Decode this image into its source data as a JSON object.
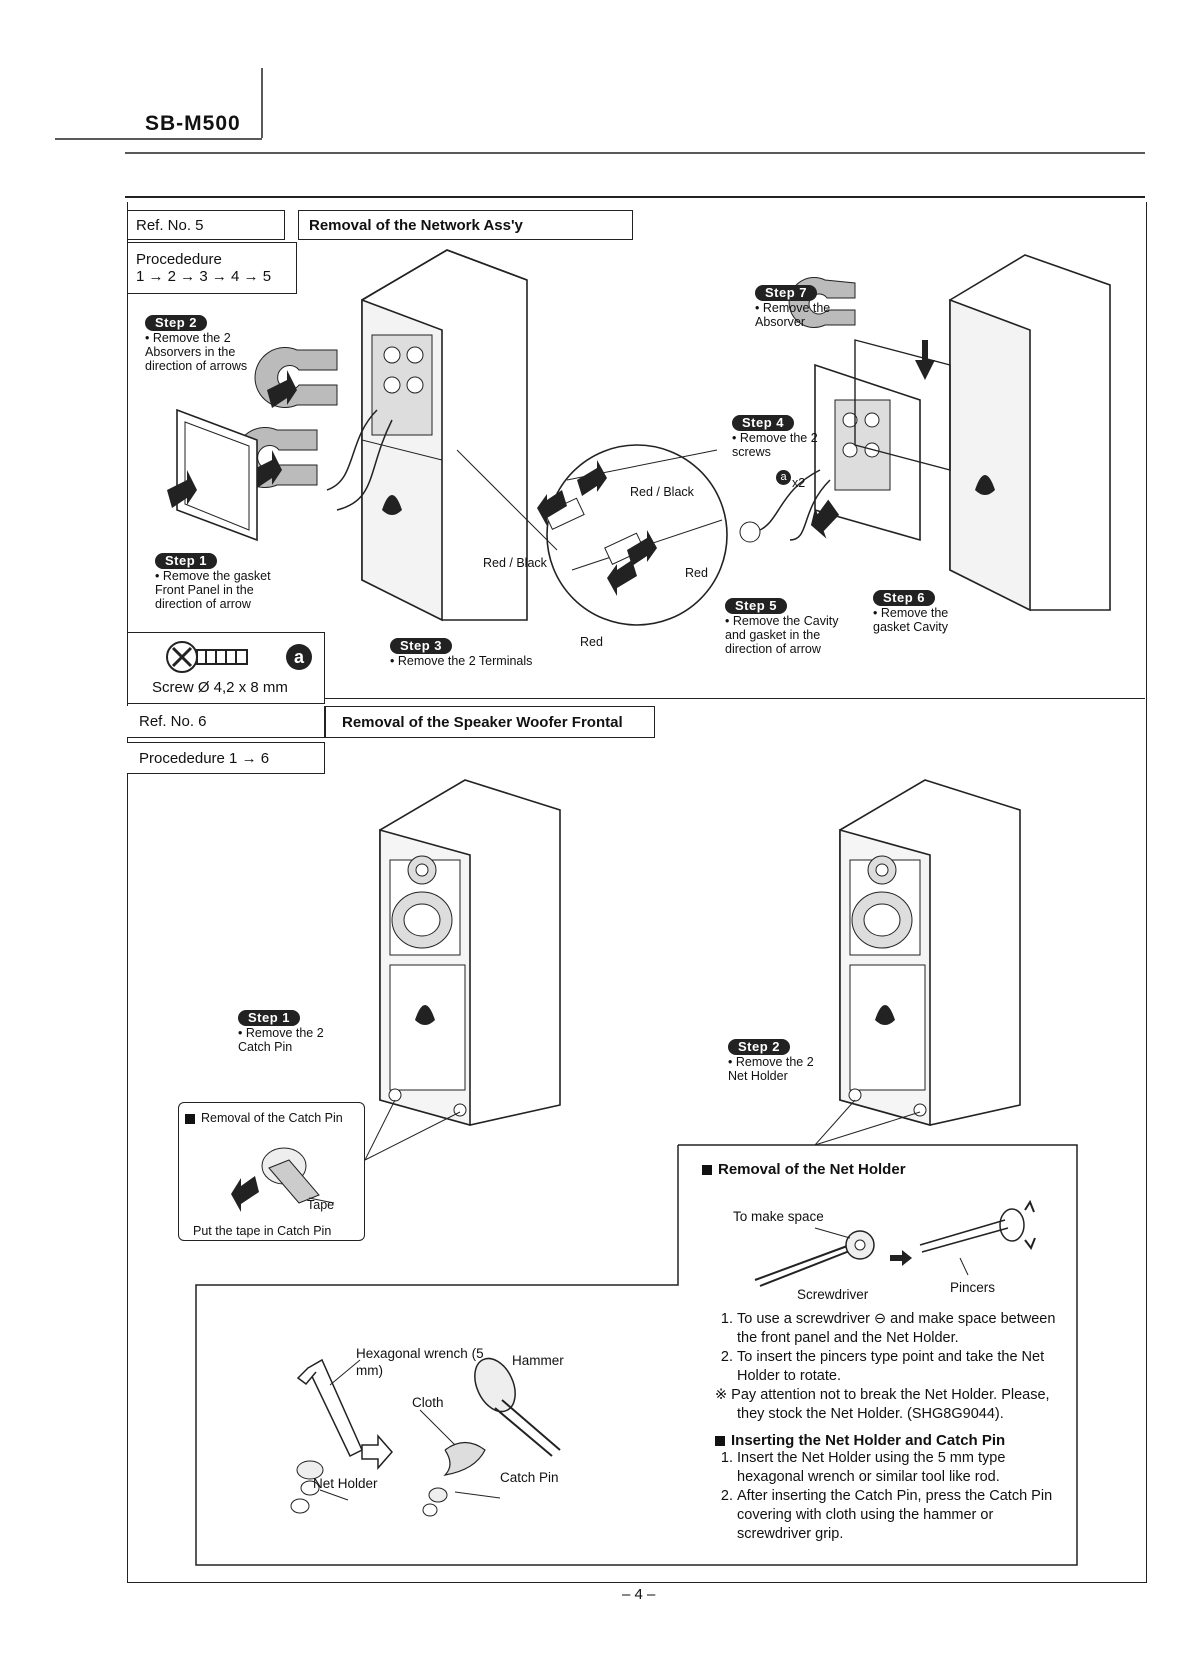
{
  "header": {
    "model": "SB-M500"
  },
  "section1": {
    "ref": "Ref. No. 5",
    "title": "Removal of the Network Ass'y",
    "procedure_label": "Procededure",
    "procedure_seq": "1 → 2 → 3 → 4 → 5",
    "steps": [
      {
        "badge": "Step 2",
        "text": "• Remove the 2 Absorvers in the direction of arrows"
      },
      {
        "badge": "Step 1",
        "text": "• Remove the gasket Front Panel in the direction of arrow"
      },
      {
        "badge": "Step 3",
        "text": "• Remove the 2 Terminals"
      },
      {
        "badge": "Step 7",
        "text": "• Remove the Absorver"
      },
      {
        "badge": "Step 4",
        "text": "• Remove the 2 screws"
      },
      {
        "badge": "Step 5",
        "text": "• Remove the Cavity and gasket in the direction of arrow"
      },
      {
        "badge": "Step 6",
        "text": "• Remove the gasket Cavity"
      }
    ],
    "wire_labels": {
      "red_black_1": "Red / Black",
      "red_black_2": "Red / Black",
      "red_1": "Red",
      "red_2": "Red"
    },
    "screw_marker": "a",
    "screw_count": "x2",
    "screw_spec": "Screw Ø 4,2 x 8 mm"
  },
  "section2": {
    "ref": "Ref. No. 6",
    "title": "Removal of the Speaker Woofer Frontal",
    "procedure": "Procededure 1 → 6",
    "steps": [
      {
        "badge": "Step 1",
        "text": "• Remove the 2 Catch Pin"
      },
      {
        "badge": "Step 2",
        "text": "• Remove the 2 Net Holder"
      }
    ],
    "catch_pin_box": {
      "title": "Removal of the Catch Pin",
      "tape": "Tape",
      "caption": "Put the tape in Catch Pin"
    },
    "net_holder_box": {
      "title": "Removal of the Net Holder",
      "to_make_space": "To make space",
      "screwdriver": "Screwdriver",
      "pincers": "Pincers",
      "instructions": [
        "To use a screwdriver ⊖ and make space between the front panel and the Net Holder.",
        "To insert the pincers type point and take the Net Holder to rotate."
      ],
      "note": "※ Pay attention not to break the Net Holder. Please, they stock the Net Holder. (SHG8G9044).",
      "insert_title": "Inserting the Net Holder and Catch Pin",
      "insert_instructions": [
        "Insert the Net Holder using the 5 mm type hexagonal wrench or similar tool like rod.",
        "After inserting the Catch Pin, press the Catch Pin covering with cloth using the hammer or screwdriver grip."
      ]
    },
    "tool_labels": {
      "hex_wrench": "Hexagonal wrench (5 mm)",
      "hammer": "Hammer",
      "cloth": "Cloth",
      "net_holder": "Net Holder",
      "catch_pin": "Catch Pin"
    }
  },
  "footer": {
    "page": "– 4 –"
  }
}
